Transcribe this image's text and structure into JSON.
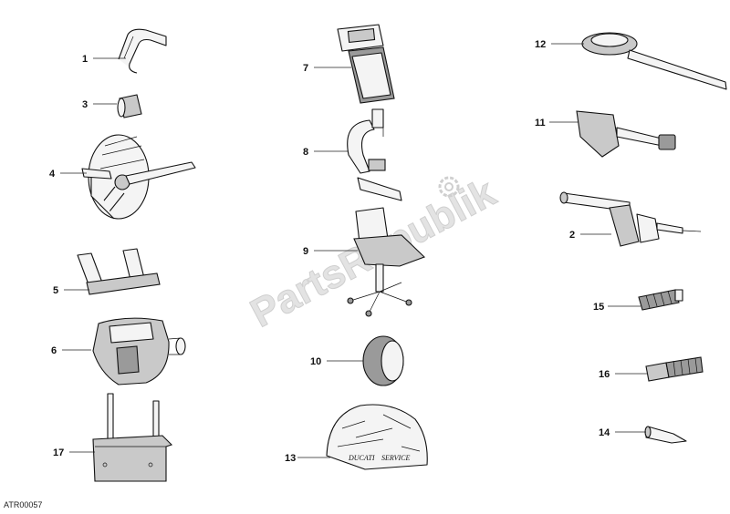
{
  "reference_code": "ATR00057",
  "watermark": "PartsRepublik",
  "cover_brand": "DUCATI",
  "cover_subtitle": "SERVICE",
  "callouts": [
    "1",
    "2",
    "3",
    "4",
    "5",
    "6",
    "7",
    "8",
    "9",
    "10",
    "11",
    "12",
    "13",
    "14",
    "15",
    "16",
    "17"
  ],
  "icons": [
    "gear-icon"
  ]
}
